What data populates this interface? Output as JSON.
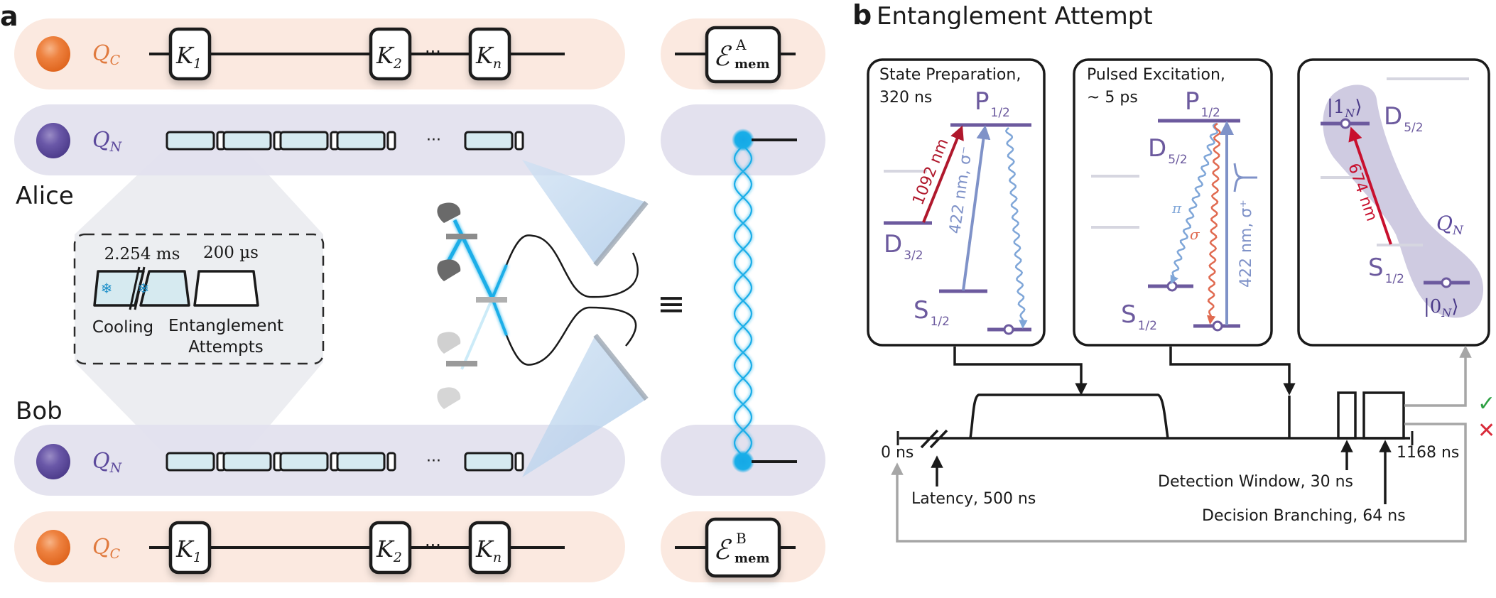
{
  "colors": {
    "qc_pill": "#fbe9e0",
    "qn_pill": "#e3e1ee",
    "qc_orb": "#ec7a32",
    "qn_orb": "#5c4a9c",
    "qn_label": "#5c4a9c",
    "qc_label": "#e07a3e",
    "pulse_fill": "#d6eaf0",
    "level_purple": "#6c5a9e",
    "faded_level": "#d6d6e0",
    "red_laser": "#b0182c",
    "blue_laser": "#7f92c8",
    "pi_wave": "#7fa6d8",
    "sigma_wave": "#e06a50",
    "photon_blue": "#1aa6e0",
    "feedback_gray": "#a6a6a6",
    "check_green": "#2ea043",
    "cross_red": "#d92b3a",
    "ellipse_fill": "#c7c2dc"
  },
  "panel_a": {
    "label": "a",
    "alice_label": "Alice",
    "bob_label": "Bob",
    "rows": [
      {
        "id": "alice-qc",
        "qubit": "Q",
        "sub": "C",
        "gates": [
          "K",
          "K",
          "K"
        ],
        "gate_subs": [
          "1",
          "2",
          "n"
        ]
      },
      {
        "id": "alice-qn",
        "qubit": "Q",
        "sub": "N",
        "pulses": 5
      },
      {
        "id": "bob-qn",
        "qubit": "Q",
        "sub": "N",
        "pulses": 5
      },
      {
        "id": "bob-qc",
        "qubit": "Q",
        "sub": "C",
        "gates": [
          "K",
          "K",
          "K"
        ],
        "gate_subs": [
          "1",
          "2",
          "n"
        ]
      }
    ],
    "ellipsis": "···",
    "memory_channels": [
      {
        "symbol": "ℰ",
        "sup": "A",
        "sub": "mem"
      },
      {
        "symbol": "ℰ",
        "sup": "B",
        "sub": "mem"
      }
    ],
    "equiv_symbol": "≡",
    "sequence_box": {
      "cooling_time": "2.254 ms",
      "attempts_time": "200 µs",
      "cooling_label": "Cooling",
      "attempts_label_line1": "Entanglement",
      "attempts_label_line2": "Attempts",
      "snowflake": "❄"
    }
  },
  "panel_b": {
    "label": "b",
    "title": "Entanglement Attempt",
    "state_prep": {
      "title_line1": "State Preparation,",
      "title_line2": "320 ns",
      "levels": {
        "P": "P",
        "P_sub": "1/2",
        "D": "D",
        "D_sub": "3/2",
        "S": "S",
        "S_sub": "1/2"
      },
      "red_label": "1092 nm",
      "blue_label": "422 nm, σ⁻"
    },
    "pulsed": {
      "title_line1": "Pulsed Excitation,",
      "title_line2": "~ 5 ps",
      "levels": {
        "P": "P",
        "P_sub": "1/2",
        "D": "D",
        "D_sub": "5/2",
        "S": "S",
        "S_sub": "1/2"
      },
      "pi_label": "π",
      "sigma_label": "σ",
      "blue_label": "422 nm, σ⁺"
    },
    "shelving": {
      "levels": {
        "D": "D",
        "D_sub": "5/2",
        "S": "S",
        "S_sub": "1/2"
      },
      "ket1": "|1",
      "ket0": "|0",
      "ket_sub": "N",
      "ket_close": "⟩",
      "red_label": "674 nm",
      "qn_label": "Q",
      "qn_sub": "N"
    },
    "timeline": {
      "start_label": "0 ns",
      "end_label": "1168 ns",
      "latency_label": "Latency, 500 ns",
      "detection_label": "Detection Window, 30 ns",
      "decision_label": "Decision Branching, 64 ns",
      "success_icon": "✓",
      "failure_icon": "✕"
    }
  }
}
